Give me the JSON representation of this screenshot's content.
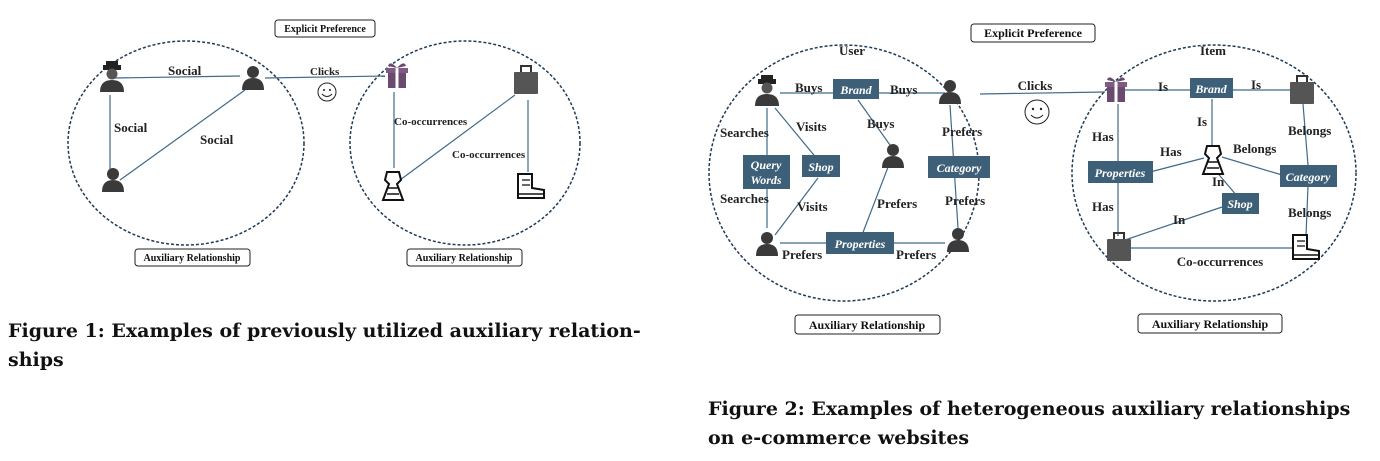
{
  "figure1": {
    "top_label": "Explicit Preference",
    "bottom_left_label": "Auxiliary Relationship",
    "bottom_right_label": "Auxiliary Relationship",
    "edge_labels": {
      "social_top": "Social",
      "social_left": "Social",
      "social_diag": "Social",
      "clicks": "Clicks",
      "cooc_left": "Co-occurrences",
      "cooc_right": "Co-occurrences"
    },
    "caption_line1": "Figure 1: Examples of previously utilized auxiliary relation-",
    "caption_line2": "ships"
  },
  "figure2": {
    "top_label": "Explicit Preference",
    "user_title": "User",
    "item_title": "Item",
    "bottom_left_label": "Auxiliary Relationship",
    "bottom_right_label": "Auxiliary Relationship",
    "user_boxes": {
      "brand": "Brand",
      "query_line1": "Query",
      "query_line2": "Words",
      "shop": "Shop",
      "category": "Category",
      "properties": "Properties"
    },
    "item_boxes": {
      "brand": "Brand",
      "properties": "Properties",
      "category": "Category",
      "shop": "Shop"
    },
    "user_edges": {
      "buys_left": "Buys",
      "buys_right": "Buys",
      "buys_down": "Buys",
      "searches_top": "Searches",
      "visits_top": "Visits",
      "prefers_top": "Prefers",
      "searches_bottom": "Searches",
      "visits_bottom": "Visits",
      "prefers_middle": "Prefers",
      "prefers_right": "Prefers",
      "prefers_bottom_left": "Prefers",
      "prefers_bottom_right": "Prefers"
    },
    "clicks": "Clicks",
    "item_edges": {
      "is_left": "Is",
      "is_right": "Is",
      "is_down": "Is",
      "has_left": "Has",
      "has_middle": "Has",
      "belongs_top": "Belongs",
      "belongs_middle": "Belongs",
      "in_top": "In",
      "has_bottom": "Has",
      "in_bottom": "In",
      "belongs_bottom": "Belongs",
      "cooccurrences": "Co-occurrences"
    },
    "caption_line1": "Figure 2: Examples of heterogeneous auxiliary relationships",
    "caption_line2": "on e-commerce websites"
  },
  "colors": {
    "box_fill": "#3e5f78",
    "line": "#3f6a8a",
    "ellipse_stroke": "#1f3a55",
    "icon_dark": "#3a3a3a"
  }
}
